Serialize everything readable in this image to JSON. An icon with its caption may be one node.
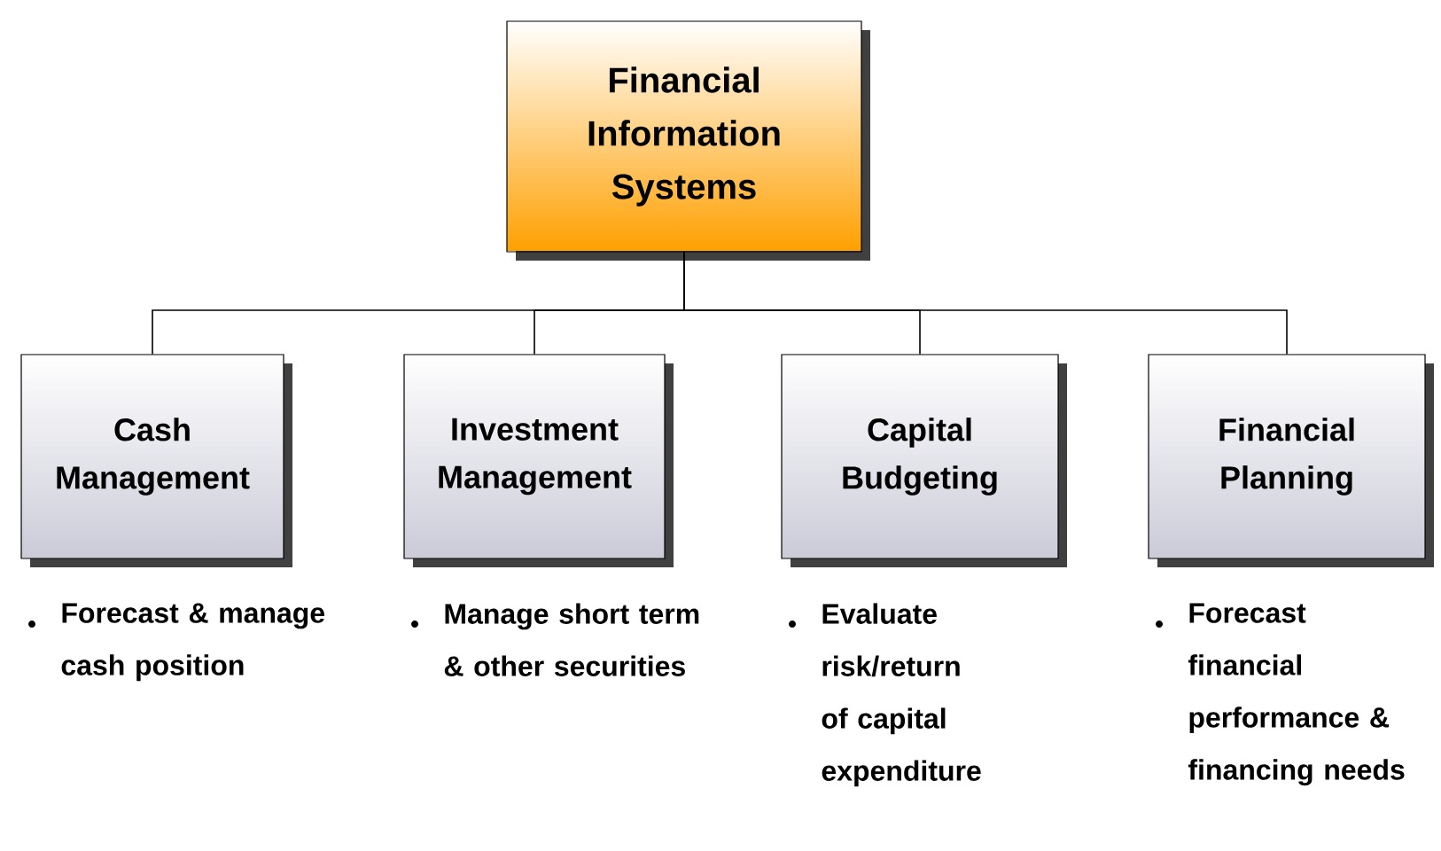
{
  "diagram": {
    "nodes": [
      {
        "text": [
          "Financial Information Systems"
        ]
      },
      {
        "text": [
          "Cash Management"
        ],
        "beside": [
          "Forecast & manage cash position"
        ]
      },
      {
        "text": [
          "Investment Management"
        ],
        "beside": [
          "Manage short term & other securities"
        ]
      },
      {
        "text": [
          "Capital Budgeting"
        ],
        "beside": [
          "Evaluate risk/return of capital expenditure"
        ]
      },
      {
        "text": [
          "Financial Planning"
        ],
        "beside": [
          "Forecast financial performance & financing needs"
        ]
      }
    ],
    "edges": [
      {
        "from": 0,
        "to": 1,
        "arrow": "none"
      },
      {
        "from": 0,
        "to": 2,
        "arrow": "none"
      },
      {
        "from": 0,
        "to": 3,
        "arrow": "none"
      },
      {
        "from": 0,
        "to": 4,
        "arrow": "none"
      }
    ]
  }
}
